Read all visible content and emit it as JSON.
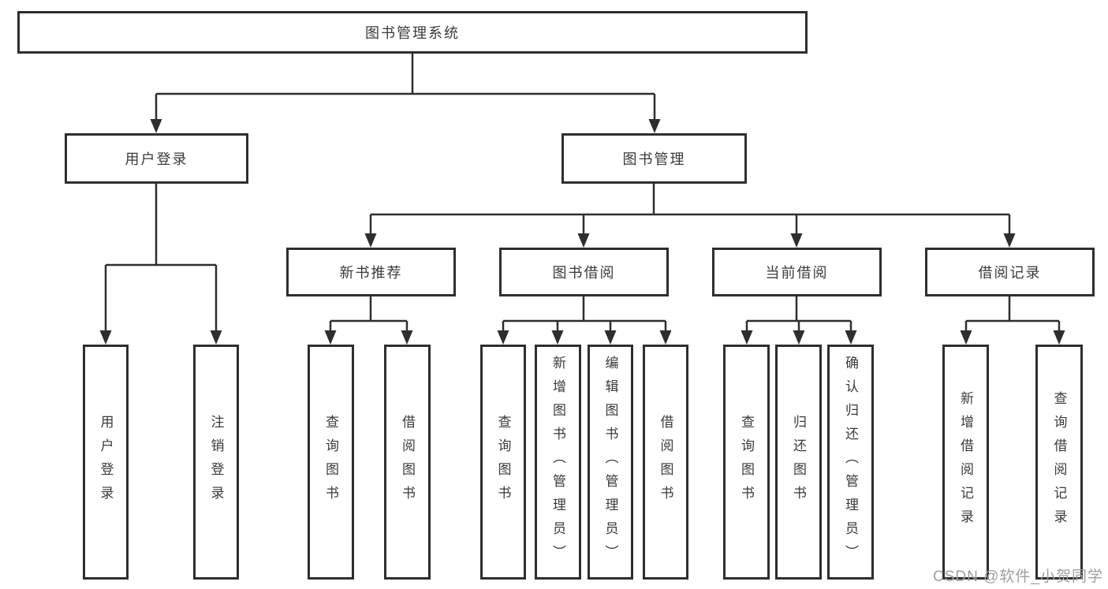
{
  "tree": {
    "root": "图书管理系统",
    "branches": [
      {
        "label": "用户登录",
        "children": [
          "用户登录",
          "注销登录"
        ]
      },
      {
        "label": "图书管理",
        "groups": [
          {
            "label": "新书推荐",
            "children": [
              "查询图书",
              "借阅图书"
            ]
          },
          {
            "label": "图书借阅",
            "children": [
              "查询图书",
              "新增图书（管理员）",
              "编辑图书（管理员）",
              "借阅图书"
            ]
          },
          {
            "label": "当前借阅",
            "children": [
              "查询图书",
              "归还图书",
              "确认归还（管理员）"
            ]
          },
          {
            "label": "借阅记录",
            "children": [
              "新增借阅记录",
              "查询借阅记录"
            ]
          }
        ]
      }
    ]
  },
  "watermark": {
    "text": "CSDN @软件_小贺同学"
  },
  "colors": {
    "line": "#2e2e2e",
    "text": "#3a3a3a",
    "watermark": "#9e9e9e",
    "background": "#ffffff"
  }
}
